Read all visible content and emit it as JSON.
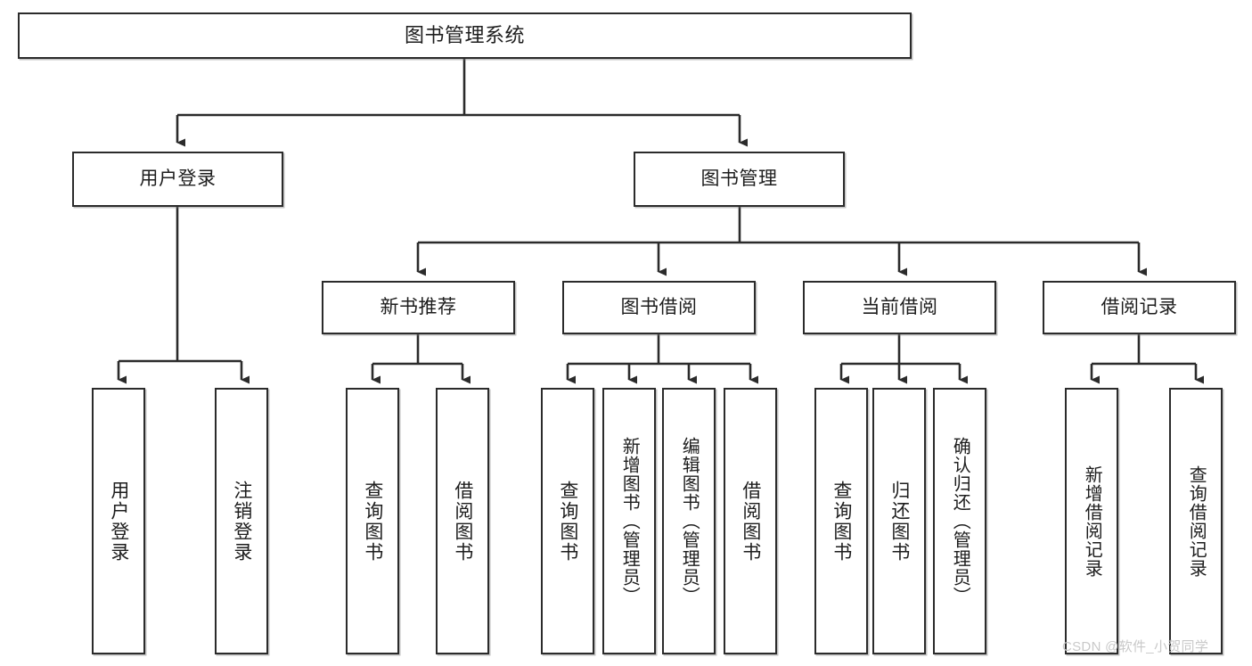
{
  "diagram": {
    "type": "tree-hierarchy-chart",
    "title": "图书管理系统",
    "line_color": "#2b2b2b",
    "box_fill": "#ffffff",
    "text_color": "#1d1d1d",
    "watermark": "CSDN @软件_小贺同学",
    "levels": {
      "level1": [
        {
          "id": "root",
          "label": "图书管理系统"
        }
      ],
      "level2": [
        {
          "id": "user-login",
          "label": "用户登录"
        },
        {
          "id": "book-management",
          "label": "图书管理"
        }
      ],
      "level3": [
        {
          "id": "new-book-recommend",
          "label": "新书推荐",
          "parent": "book-management"
        },
        {
          "id": "book-borrow",
          "label": "图书借阅",
          "parent": "book-management"
        },
        {
          "id": "current-borrow",
          "label": "当前借阅",
          "parent": "book-management"
        },
        {
          "id": "borrow-record",
          "label": "借阅记录",
          "parent": "book-management"
        }
      ],
      "level4": [
        {
          "id": "leaf-user-login",
          "label": "用户登录",
          "parent": "user-login"
        },
        {
          "id": "leaf-logout-login",
          "label": "注销登录",
          "parent": "user-login"
        },
        {
          "id": "leaf-query-book-1",
          "label": "查询图书",
          "parent": "new-book-recommend"
        },
        {
          "id": "leaf-borrow-book-1",
          "label": "借阅图书",
          "parent": "new-book-recommend"
        },
        {
          "id": "leaf-query-book-2",
          "label": "查询图书",
          "parent": "book-borrow"
        },
        {
          "id": "leaf-add-book",
          "label": "新增图书（管理员）",
          "parent": "book-borrow"
        },
        {
          "id": "leaf-edit-book",
          "label": "编辑图书（管理员）",
          "parent": "book-borrow"
        },
        {
          "id": "leaf-borrow-book-2",
          "label": "借阅图书",
          "parent": "book-borrow"
        },
        {
          "id": "leaf-query-book-3",
          "label": "查询图书",
          "parent": "current-borrow"
        },
        {
          "id": "leaf-return-book",
          "label": "归还图书",
          "parent": "current-borrow"
        },
        {
          "id": "leaf-confirm-return",
          "label": "确认归还（管理员）",
          "parent": "current-borrow"
        },
        {
          "id": "leaf-add-record",
          "label": "新增借阅记录",
          "parent": "borrow-record"
        },
        {
          "id": "leaf-query-record",
          "label": "查询借阅记录",
          "parent": "borrow-record"
        }
      ]
    }
  }
}
